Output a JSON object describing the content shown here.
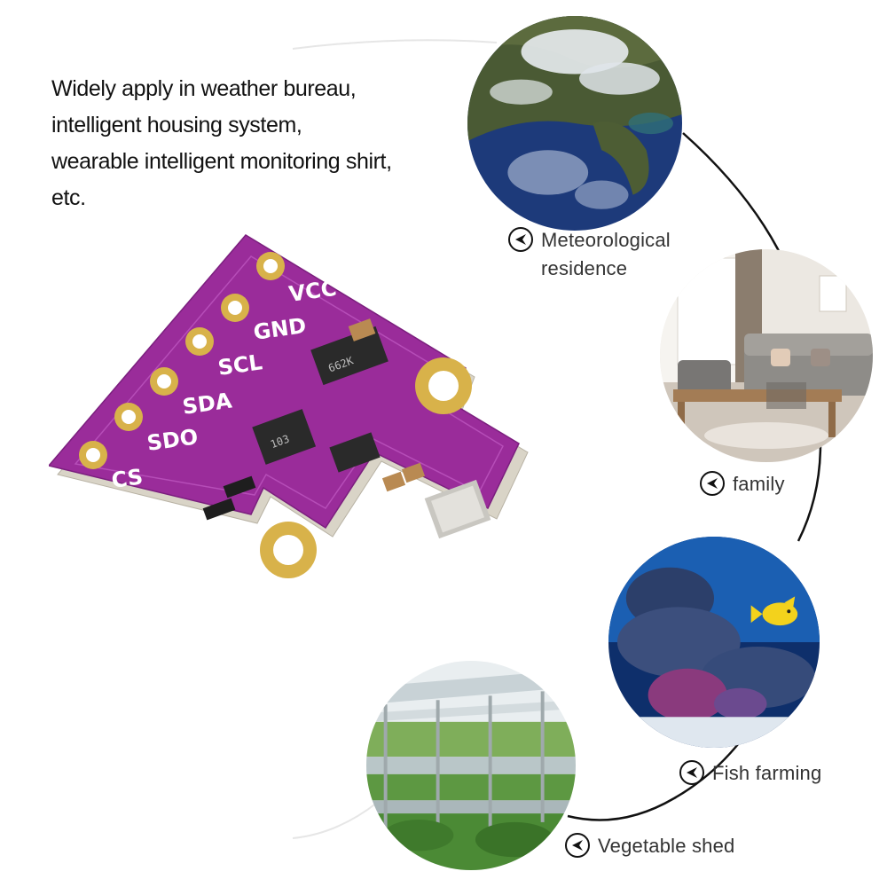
{
  "intro": {
    "lines": [
      "Widely apply in weather bureau,",
      "intelligent housing system,",
      "wearable intelligent monitoring shirt,",
      "etc."
    ]
  },
  "board": {
    "pins": [
      "VCC",
      "GND",
      "SCL",
      "SDA",
      "SDO",
      "CS"
    ],
    "chip_marks": [
      "662K",
      "103"
    ],
    "colors": {
      "pcb": "#9a2c9a",
      "pad": "#d8b24a"
    }
  },
  "applications": [
    {
      "name": "weather",
      "label_lines": [
        "Meteorological",
        "residence"
      ],
      "icon": "arrow-circle-icon"
    },
    {
      "name": "family",
      "label_lines": [
        "family"
      ],
      "icon": "arrow-circle-icon"
    },
    {
      "name": "fish",
      "label_lines": [
        "Fish farming"
      ],
      "icon": "arrow-circle-icon"
    },
    {
      "name": "vegetable",
      "label_lines": [
        "Vegetable shed"
      ],
      "icon": "arrow-circle-icon"
    }
  ]
}
